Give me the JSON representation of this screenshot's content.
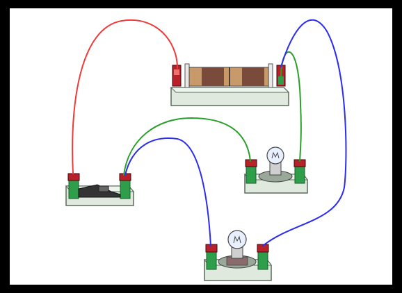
{
  "scene": {
    "description_visible_text": "",
    "components": [
      {
        "id": "battery-pack",
        "kind": "battery",
        "cells": 2
      },
      {
        "id": "knife-switch",
        "kind": "switch",
        "state": "closed"
      },
      {
        "id": "bulb-upper",
        "kind": "bulb"
      },
      {
        "id": "bulb-lower",
        "kind": "bulb"
      }
    ],
    "wires": [
      {
        "id": "wire-red",
        "color": "#ef3b3b",
        "from": "knife-switch",
        "to": "battery-pack"
      },
      {
        "id": "wire-green-top",
        "color": "#2aa02a",
        "from": "knife-switch",
        "to": "bulb-upper"
      },
      {
        "id": "wire-blue-mid",
        "color": "#2d2df0",
        "from": "knife-switch",
        "to": "bulb-lower"
      },
      {
        "id": "wire-green-right",
        "color": "#2aa02a",
        "from": "battery-pack",
        "to": "bulb-upper"
      },
      {
        "id": "wire-blue-right",
        "color": "#2d2df0",
        "from": "battery-pack",
        "to": "bulb-lower"
      }
    ]
  },
  "colors": {
    "background": "#000000",
    "panel": "#ffffff",
    "base_fill": "#dfe9de",
    "base_edge": "#5b6b5b",
    "terminal_green": "#2e9e4a",
    "terminal_red": "#b8202a",
    "battery_copper": "#c89a6a",
    "battery_dark": "#7a4a3a"
  }
}
